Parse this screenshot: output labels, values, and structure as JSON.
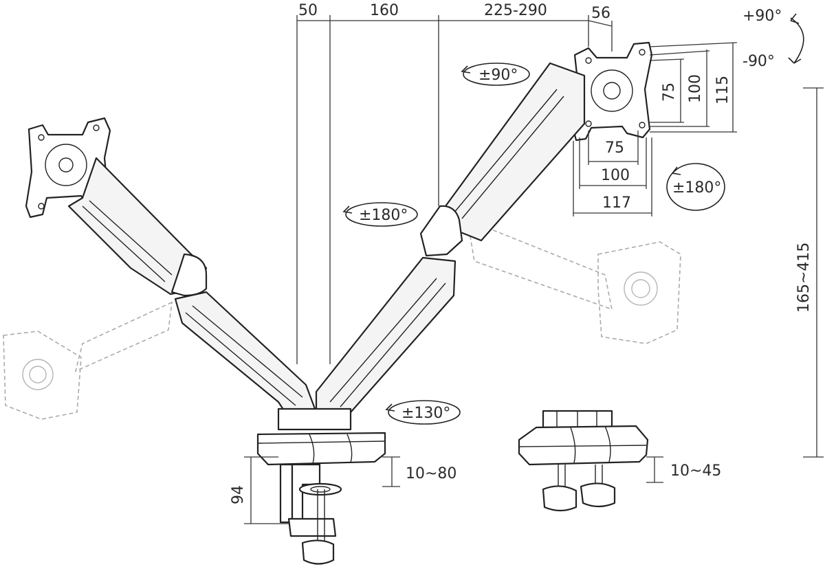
{
  "diagram": {
    "top_dims": {
      "d50": "50",
      "d160": "160",
      "d225": "225-290",
      "d56": "56"
    },
    "rotation": {
      "plus90": "+90°",
      "minus90": "-90°",
      "tilt": "±90°",
      "swivel_mid": "±180°",
      "swivel_vesa": "±180°",
      "base": "±130°"
    },
    "vesa": {
      "v75": "75",
      "v100": "100",
      "v115": "115",
      "h75": "75",
      "h100": "100",
      "h117": "117"
    },
    "height_range": "165~415",
    "clamp": {
      "height": "94",
      "thickness_clamp": "10~80",
      "thickness_grommet": "10~45"
    }
  }
}
